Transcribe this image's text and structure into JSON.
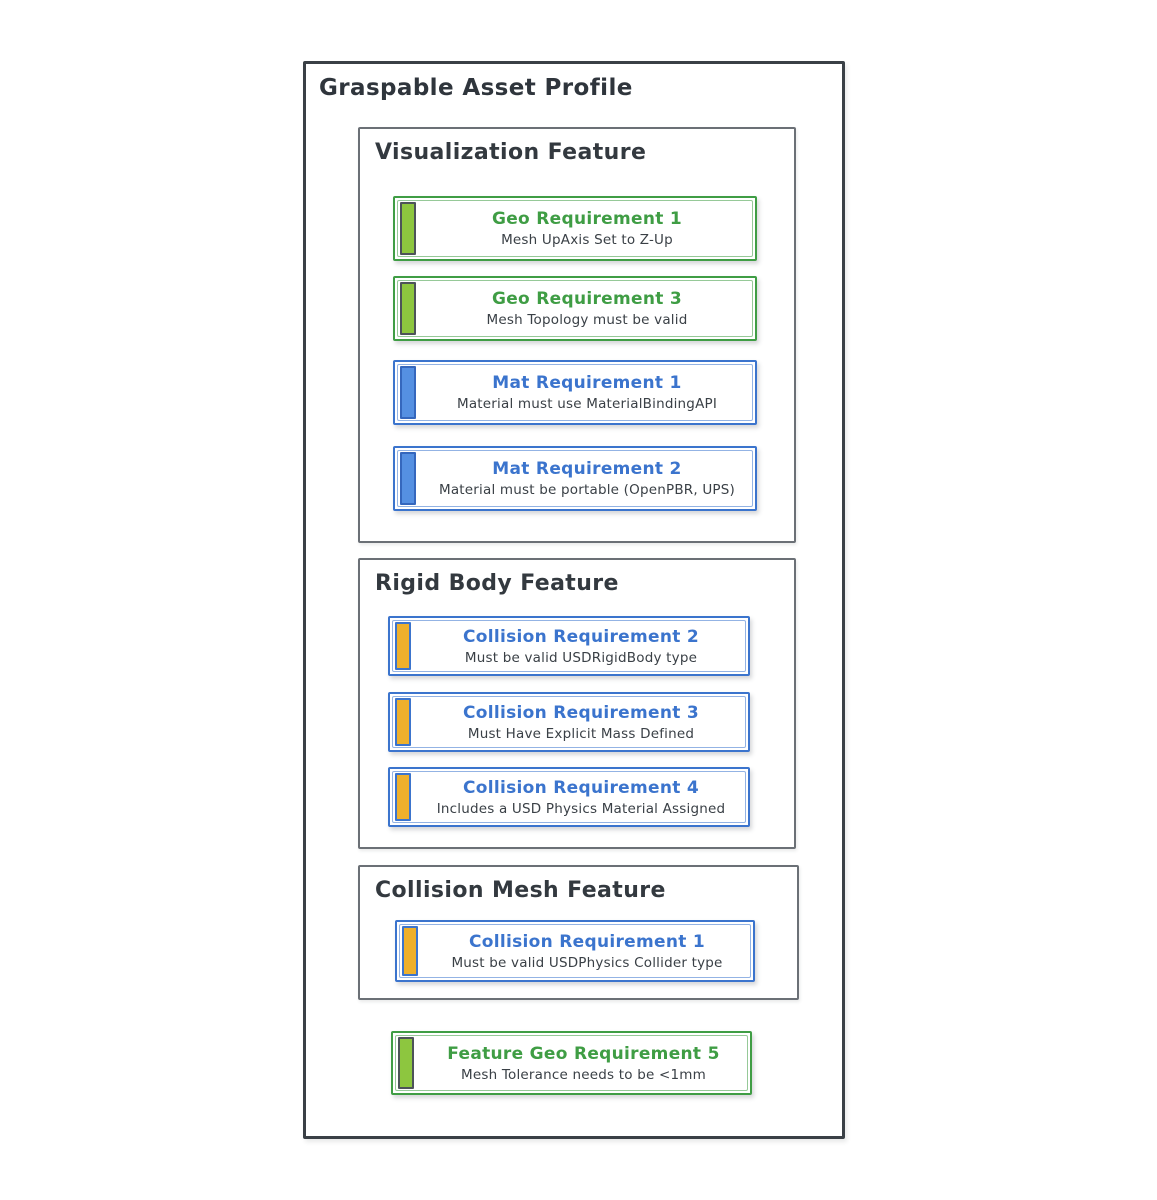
{
  "title": "Graspable Asset Profile",
  "colors": {
    "green_stroke": "#3f9d44",
    "green_fill": "#8dc63f",
    "blue_stroke": "#3b74cd",
    "blue_fill": "#5590e2",
    "orange_fill": "#eeb02c",
    "ink": "#353b43",
    "box_border": "#6b7076",
    "outer_border": "#3a4046"
  },
  "sections": [
    {
      "title": "Visualization Feature",
      "cards": [
        {
          "title": "Geo Requirement 1",
          "subtitle": "Mesh UpAxis Set to Z-Up",
          "accent": "green",
          "bar_color_name": "green"
        },
        {
          "title": "Geo Requirement 3",
          "subtitle": "Mesh Topology must be valid",
          "accent": "green",
          "bar_color_name": "green"
        },
        {
          "title": "Mat Requirement 1",
          "subtitle": "Material must use MaterialBindingAPI",
          "accent": "blue",
          "bar_color_name": "blue"
        },
        {
          "title": "Mat Requirement 2",
          "subtitle": "Material must be portable (OpenPBR, UPS)",
          "accent": "blue",
          "bar_color_name": "blue"
        }
      ]
    },
    {
      "title": "Rigid Body Feature",
      "cards": [
        {
          "title": "Collision Requirement 2",
          "subtitle": "Must be valid USDRigidBody type",
          "accent": "blue",
          "bar_color_name": "orange"
        },
        {
          "title": "Collision Requirement 3",
          "subtitle": "Must Have Explicit Mass Defined",
          "accent": "blue",
          "bar_color_name": "orange"
        },
        {
          "title": "Collision Requirement 4",
          "subtitle": "Includes a USD Physics Material Assigned",
          "accent": "blue",
          "bar_color_name": "orange"
        }
      ]
    },
    {
      "title": "Collision Mesh Feature",
      "cards": [
        {
          "title": "Collision Requirement 1",
          "subtitle": "Must be valid USDPhysics Collider type",
          "accent": "blue",
          "bar_color_name": "orange"
        }
      ]
    }
  ],
  "floating_card": {
    "title": "Feature Geo Requirement 5",
    "subtitle": "Mesh Tolerance needs to be <1mm",
    "accent": "green",
    "bar_color_name": "green"
  }
}
